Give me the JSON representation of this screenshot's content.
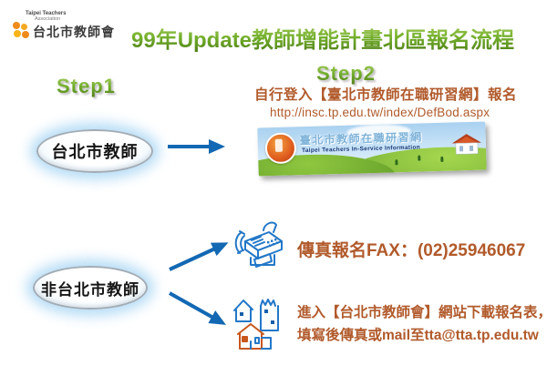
{
  "colors": {
    "title_green": "#74b02c",
    "step_green": "#6db53c",
    "text_brown": "#b15a2b",
    "arrow_blue": "#1268b3",
    "icon_blue": "#2378c8"
  },
  "logo": {
    "en_line1": "Taipei Teachers",
    "en_line2": "Association",
    "name_zh": "台北市教師會"
  },
  "title": "99年Update教師增能計畫北區報名流程",
  "step1": {
    "label": "Step1",
    "node": "台北市教師"
  },
  "step2": {
    "label": "Step2",
    "instruction": "自行登入【臺北市教師在職研習網】報名",
    "url": "http://insc.tp.edu.tw/index/DefBod.aspx",
    "banner": {
      "site_title_zh": "臺北市教師在職研習網",
      "site_title_en": "Taipei Teachers  In-Service Information"
    }
  },
  "branch2": {
    "node": "非台北市教師",
    "fax_option": "傳真報名FAX：(02)25946067",
    "download_option_line1": "進入【台北市教師會】網站下載報名表，",
    "download_option_line2": "填寫後傳真或mail至tta@tta.tp.edu.tw"
  }
}
